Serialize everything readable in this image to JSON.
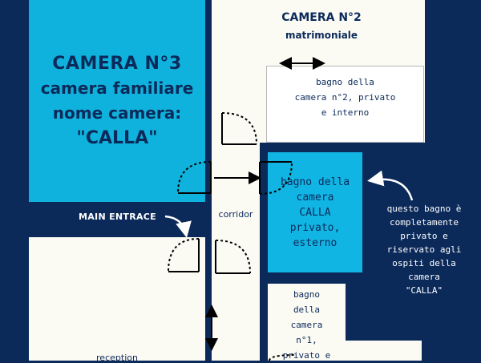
{
  "camera3": {
    "line1": "CAMERA N°3",
    "line2": "camera familiare",
    "line3": "nome camera:",
    "line4": "\"CALLA\""
  },
  "camera2": {
    "title": "CAMERA N°2",
    "subtitle": "matrimoniale"
  },
  "bagno_camera2": {
    "line1": "bagno della",
    "line2": "camera n°2, privato",
    "line3": "e interno"
  },
  "bagno_calla": {
    "line1": "bagno della",
    "line2": "camera",
    "line3": "CALLA",
    "line4": "privato,",
    "line5": "esterno"
  },
  "corridor": {
    "label": "corridor"
  },
  "main_entrance": {
    "label": "MAIN ENTRACE"
  },
  "reception": {
    "label": "reception"
  },
  "bagno_camera1": {
    "line1": "bagno",
    "line2": "della",
    "line3": "camera",
    "line4": "n°1,",
    "line5": "privato e"
  },
  "note": {
    "line1": "questo bagno è",
    "line2": "completamente",
    "line3": "privato e",
    "line4": "riservato agli",
    "line5": "ospiti della",
    "line6": "camera",
    "line7": "\"CALLA\""
  },
  "colors": {
    "background": "#0b2a5a",
    "room_cyan": "#0fb2dc",
    "room_cream": "#fbfaf3",
    "bathroom_blue": "#11b5e4"
  }
}
